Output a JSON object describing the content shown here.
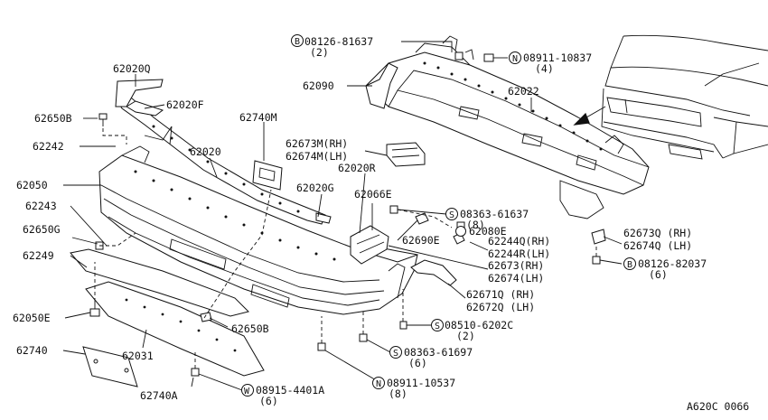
{
  "parts": [
    {
      "id": "p1",
      "label": "62020Q",
      "qty": ""
    },
    {
      "id": "p2",
      "label": "62020F",
      "qty": ""
    },
    {
      "id": "p3",
      "label": "62650B",
      "qty": ""
    },
    {
      "id": "p4",
      "label": "62242",
      "qty": ""
    },
    {
      "id": "p5",
      "label": "62050",
      "qty": ""
    },
    {
      "id": "p6",
      "label": "62243",
      "qty": ""
    },
    {
      "id": "p7",
      "label": "62650G",
      "qty": ""
    },
    {
      "id": "p8",
      "label": "62249",
      "qty": ""
    },
    {
      "id": "p9",
      "label": "62050E",
      "qty": ""
    },
    {
      "id": "p10",
      "label": "62740",
      "qty": ""
    },
    {
      "id": "p11",
      "label": "62031",
      "qty": ""
    },
    {
      "id": "p12",
      "label": "62740A",
      "qty": ""
    },
    {
      "id": "p13",
      "label": "62650B",
      "qty": ""
    },
    {
      "id": "p14",
      "label": "62740M",
      "qty": ""
    },
    {
      "id": "p15",
      "label": "62020",
      "qty": ""
    },
    {
      "id": "p16",
      "label": "62020G",
      "qty": ""
    },
    {
      "id": "p17",
      "label": "62090",
      "qty": ""
    },
    {
      "id": "p18",
      "label": "62022",
      "qty": ""
    },
    {
      "id": "p19",
      "label": "62673M(RH)",
      "qty": ""
    },
    {
      "id": "p20",
      "label": "62674M(LH)",
      "qty": ""
    },
    {
      "id": "p21",
      "label": "62020R",
      "qty": ""
    },
    {
      "id": "p22",
      "label": "62066E",
      "qty": ""
    },
    {
      "id": "p23",
      "label": "62690E",
      "qty": ""
    },
    {
      "id": "p24",
      "label": "62080E",
      "qty": ""
    },
    {
      "id": "p25",
      "label": "62244Q(RH)",
      "qty": ""
    },
    {
      "id": "p26",
      "label": "62244R(LH)",
      "qty": ""
    },
    {
      "id": "p27",
      "label": "62673(RH)",
      "qty": ""
    },
    {
      "id": "p28",
      "label": "62674(LH)",
      "qty": ""
    },
    {
      "id": "p29",
      "label": "62671Q (RH)",
      "qty": ""
    },
    {
      "id": "p30",
      "label": "62672Q (LH)",
      "qty": ""
    },
    {
      "id": "p31",
      "label": "62673Q (RH)",
      "qty": ""
    },
    {
      "id": "p32",
      "label": "62674Q (LH)",
      "qty": ""
    },
    {
      "id": "p33",
      "label": "08126-81637",
      "prefix": "B",
      "qty": "(2)"
    },
    {
      "id": "p34",
      "label": "08911-10837",
      "prefix": "N",
      "qty": "(4)"
    },
    {
      "id": "p35",
      "label": "08363-61637",
      "prefix": "S",
      "qty": "(8)"
    },
    {
      "id": "p36",
      "label": "08126-82037",
      "prefix": "B",
      "qty": "(6)"
    },
    {
      "id": "p37",
      "label": "08510-6202C",
      "prefix": "S",
      "qty": "(2)"
    },
    {
      "id": "p38",
      "label": "08363-61697",
      "prefix": "S",
      "qty": "(6)"
    },
    {
      "id": "p39",
      "label": "08911-10537",
      "prefix": "N",
      "qty": "(8)"
    },
    {
      "id": "p40",
      "label": "08915-4401A",
      "prefix": "W",
      "qty": "(6)"
    }
  ],
  "diagram_code": "A620C 0066"
}
